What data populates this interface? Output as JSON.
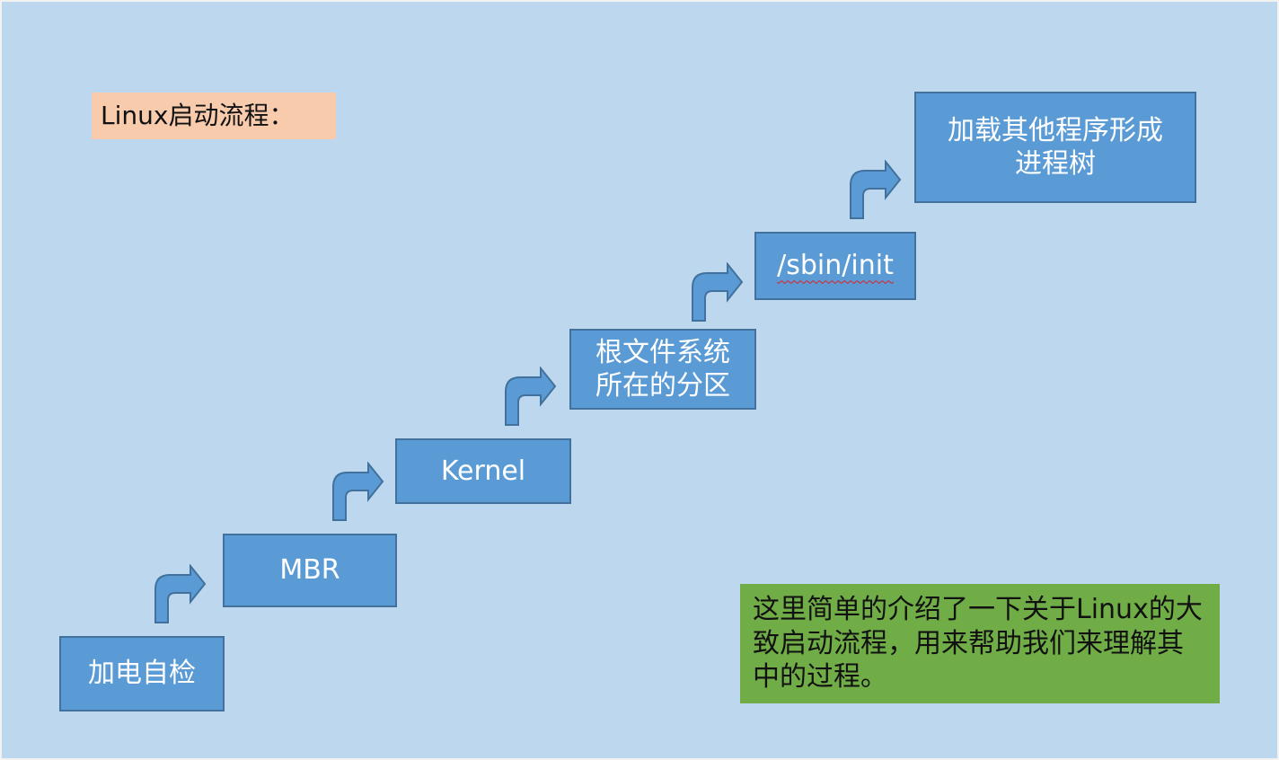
{
  "title": "Linux启动流程：",
  "steps": [
    "加电自检",
    "MBR",
    "Kernel",
    "根文件系统\n所在的分区",
    "/sbin/init",
    "加载其他程序形成\n进程树"
  ],
  "note": "这里简单的介绍了一下关于Linux的大致启动流程，用来帮助我们来理解其中的过程。",
  "colors": {
    "background": "#bdd7ee",
    "step_fill": "#5b9bd5",
    "step_border": "#41719c",
    "title_fill": "#f8cbad",
    "note_fill": "#70ad47"
  },
  "icons": [
    "bent-up-arrow-icon"
  ]
}
